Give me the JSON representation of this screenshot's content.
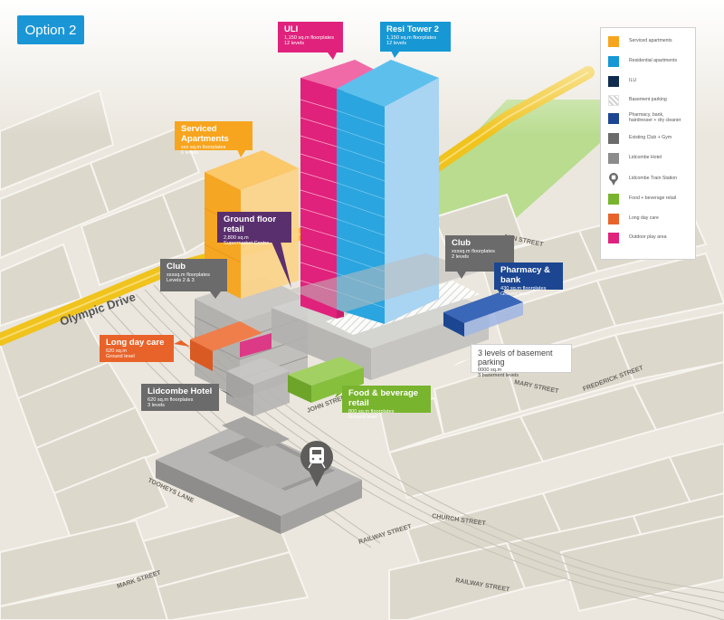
{
  "option_label": "Option 2",
  "colors": {
    "serviced": "#f7a51e",
    "residential": "#1798d4",
    "ilu": "#0f2c4f",
    "pharmacy": "#1c4691",
    "existing_club": "#6c6b6b",
    "hotel": "#8c8c8c",
    "food": "#78b42d",
    "long_day_care": "#e8632a",
    "outdoor_play": "#e0227c",
    "ground_floor_retail": "#5a2f6e",
    "park": "#b9dc8f",
    "road_major": "#f0c31d"
  },
  "callouts": {
    "uli": {
      "title": "ULI",
      "lines": [
        "1,150 sq.m floorplates",
        "12 levels"
      ]
    },
    "resi2": {
      "title": "Resi Tower 2",
      "lines": [
        "1,150 sq.m floorplates",
        "12 levels"
      ]
    },
    "serviced": {
      "title": "Serviced Apartments",
      "lines": [
        "xxx sq.m floorplates",
        "6 levels"
      ]
    },
    "gfr": {
      "title": "Ground floor retail",
      "lines": [
        "2,800 sq.m",
        "Supermarket Centre"
      ]
    },
    "club_left": {
      "title": "Club",
      "lines": [
        "xxxsq.m floorplates",
        "Levels 2 & 3"
      ]
    },
    "club_right": {
      "title": "Club",
      "lines": [
        "xxxsq.m floorplates",
        "2 levels"
      ]
    },
    "pharmacy": {
      "title": "Pharmacy & bank",
      "lines": [
        "430 sq.m floorplates",
        "Ground level"
      ]
    },
    "ldc": {
      "title": "Long day care",
      "lines": [
        "620 sq.m",
        "Ground level"
      ]
    },
    "basement": {
      "title": "3 levels of basement parking",
      "lines": [
        "0000 sq.m",
        "3 basement levels"
      ]
    },
    "hotel": {
      "title": "Lidcombe Hotel",
      "lines": [
        "620 sq.m floorplates",
        "3 levels"
      ]
    },
    "food": {
      "title": "Food & beverage retail",
      "lines": [
        "800 sq.m floorplates",
        "Ground level"
      ]
    }
  },
  "legend": [
    {
      "label": "Serviced apartments",
      "color": "#f7a51e",
      "kind": "swatch"
    },
    {
      "label": "Residential apartments",
      "color": "#1798d4",
      "kind": "swatch"
    },
    {
      "label": "ILU",
      "color": "#0f2c4f",
      "kind": "swatch"
    },
    {
      "label": "Basement parking",
      "color": "#ffffff",
      "kind": "hatch"
    },
    {
      "label": "Pharmacy, bank, hairdresser + dry cleaner",
      "color": "#1c4691",
      "kind": "swatch"
    },
    {
      "label": "Existing Club + Gym",
      "color": "#6c6b6b",
      "kind": "swatch"
    },
    {
      "label": "Lidcombe Hotel",
      "color": "#8c8c8c",
      "kind": "swatch"
    },
    {
      "label": "Lidcombe Train Station",
      "color": "#6c6b6b",
      "kind": "pin"
    },
    {
      "label": "Food + beverage retail",
      "color": "#78b42d",
      "kind": "swatch"
    },
    {
      "label": "Long day care",
      "color": "#e8632a",
      "kind": "swatch"
    },
    {
      "label": "Outdoor play area",
      "color": "#e0227c",
      "kind": "swatch"
    }
  ],
  "streets": {
    "olympic": "Olympic Drive",
    "ann": "ANN STREET",
    "mary": "MARY STREET",
    "frederick": "FREDERICK STREET",
    "john": "JOHN STREET",
    "church": "CHURCH STREET",
    "railway1": "RAILWAY STREET",
    "railway2": "RAILWAY STREET",
    "tooheys": "TOOHEYS LANE",
    "mark": "MARK STREET"
  }
}
